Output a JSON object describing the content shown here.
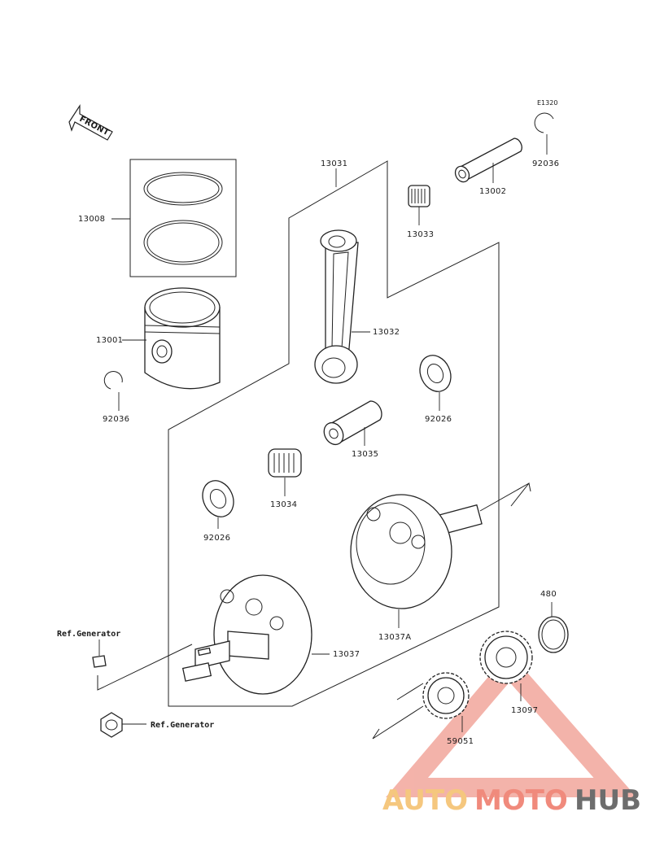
{
  "diagram_code": "E1320",
  "front_label": "FRONT",
  "labels": {
    "p13031": "13031",
    "p13008": "13008",
    "p13001": "13001",
    "p92036_left": "92036",
    "p92036_right": "92036",
    "p13002": "13002",
    "p13033": "13033",
    "p13032": "13032",
    "p92026_right": "92026",
    "p13035": "13035",
    "p13034": "13034",
    "p92026_left": "92026",
    "p13037A": "13037A",
    "p13037": "13037",
    "p480": "480",
    "p13097": "13097",
    "p59051": "59051",
    "ref_generator_top": "Ref.Generator",
    "ref_generator_bottom": "Ref.Generator"
  },
  "watermark": {
    "part1": "AUTO",
    "part2": "MOTO",
    "part3": "HUB",
    "color_auto": "#f5c77e",
    "color_moto": "#f08a7c",
    "color_hub": "#6d6d6d",
    "triangle_color": "#f09a8e"
  }
}
